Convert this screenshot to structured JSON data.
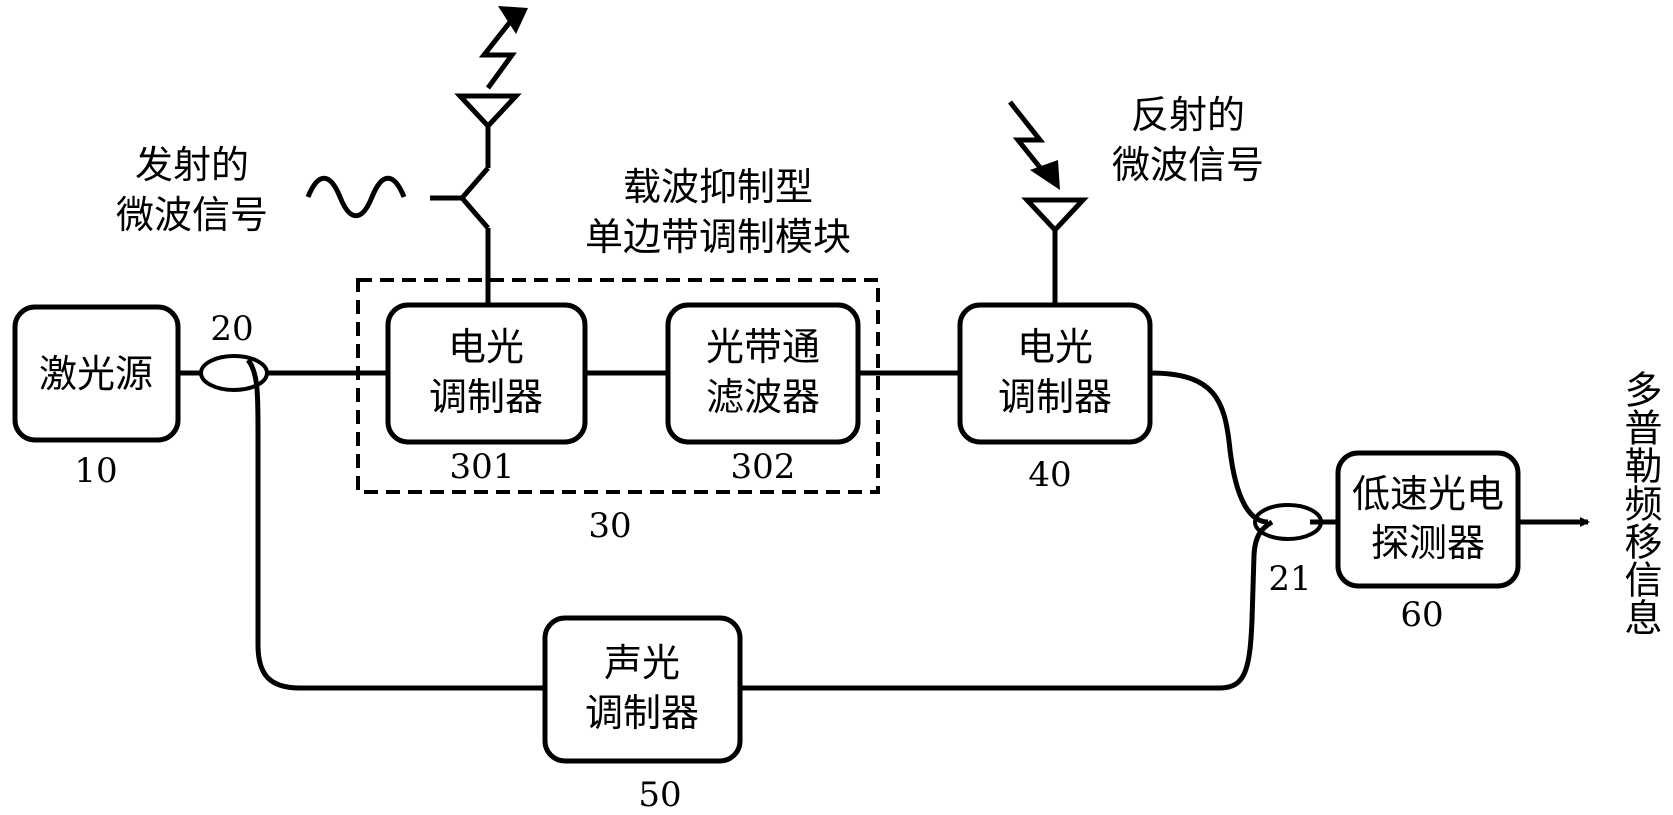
{
  "blocks": {
    "laser": {
      "lines": [
        "激光源"
      ],
      "number": "10"
    },
    "eo_mod_301": {
      "lines": [
        "电光",
        "调制器"
      ],
      "number": "301"
    },
    "optical_bpf": {
      "lines": [
        "光带通",
        "滤波器"
      ],
      "number": "302"
    },
    "eo_mod_40": {
      "lines": [
        "电光",
        "调制器"
      ],
      "number": "40"
    },
    "ao_mod": {
      "lines": [
        "声光",
        "调制器"
      ],
      "number": "50"
    },
    "detector": {
      "lines": [
        "低速光电",
        "探测器"
      ],
      "number": "60"
    }
  },
  "group": {
    "lines": [
      "载波抑制型",
      "单边带调制模块"
    ],
    "number": "30"
  },
  "couplers": {
    "split": "20",
    "combine": "21"
  },
  "signals": {
    "transmitted": [
      "发射的",
      "微波信号"
    ],
    "reflected": [
      "反射的",
      "微波信号"
    ],
    "output": "多普勒频移信息"
  },
  "colors": {
    "stroke": "#000000",
    "background": "#ffffff"
  }
}
